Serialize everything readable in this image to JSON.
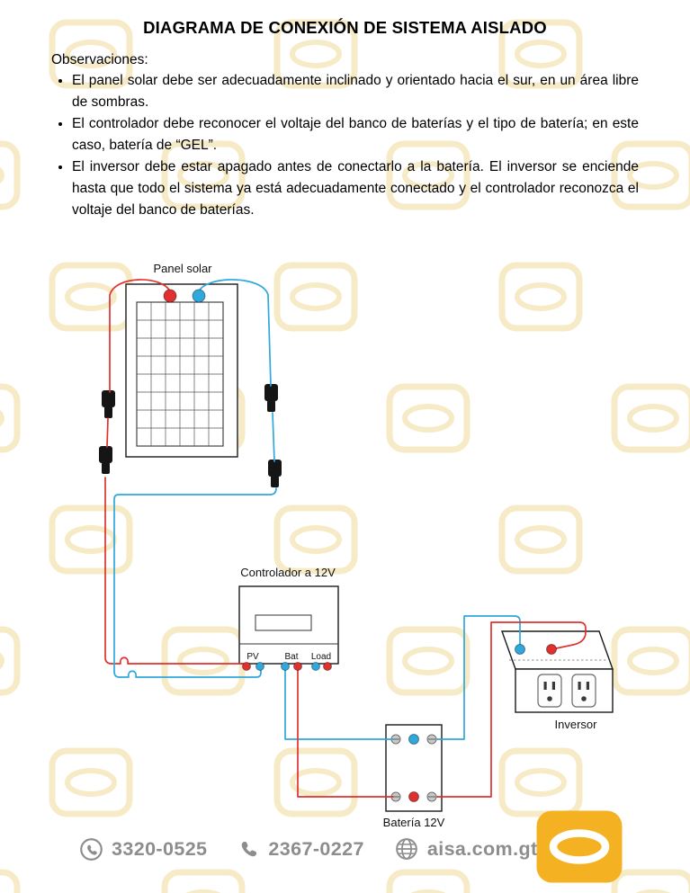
{
  "page": {
    "title": "DIAGRAMA DE CONEXIÓN DE SISTEMA AISLADO"
  },
  "observations": {
    "heading": "Observaciones:",
    "items": [
      "El panel solar debe ser adecuadamente inclinado y orientado hacia el sur, en un área libre de sombras.",
      "El controlador debe reconocer el voltaje del banco de baterías y el tipo de batería; en este caso, batería de “GEL”.",
      "El inversor debe estar apagado antes de conectarlo a la batería. El inversor se enciende hasta que todo el sistema ya está adecuadamente conectado y el controlador reconozca el voltaje del banco de baterías."
    ]
  },
  "diagram": {
    "panel": {
      "label": "Panel solar"
    },
    "controller": {
      "label": "Controlador a 12V",
      "terminals": {
        "pv": "PV",
        "bat": "Bat",
        "load": "Load"
      }
    },
    "inverter": {
      "label": "Inversor"
    },
    "battery": {
      "label": "Batería 12V"
    },
    "colors": {
      "positive_wire": "#e0312e",
      "negative_wire": "#2fa8dd"
    }
  },
  "footer": {
    "phone_1": "3320-0525",
    "phone_2": "2367-0227",
    "website": "aisa.com.gt",
    "brand_color": "#f4b223"
  }
}
